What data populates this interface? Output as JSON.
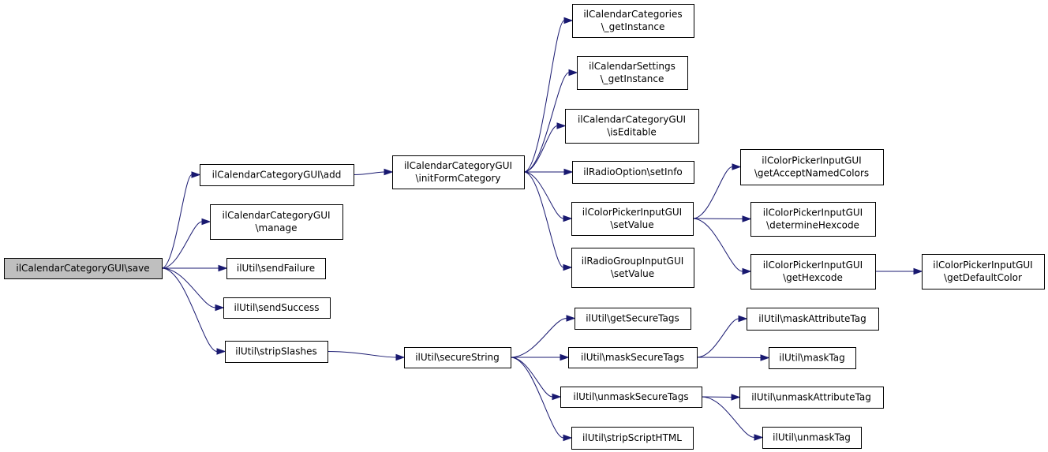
{
  "nodes": [
    {
      "id": "save",
      "lines": [
        "ilCalendarCategoryGUI\\save"
      ],
      "root": true
    },
    {
      "id": "add",
      "lines": [
        "ilCalendarCategoryGUI\\add"
      ]
    },
    {
      "id": "manage",
      "lines": [
        "ilCalendarCategoryGUI",
        "\\manage"
      ]
    },
    {
      "id": "sendFailure",
      "lines": [
        "ilUtil\\sendFailure"
      ]
    },
    {
      "id": "sendSuccess",
      "lines": [
        "ilUtil\\sendSuccess"
      ]
    },
    {
      "id": "stripSlashes",
      "lines": [
        "ilUtil\\stripSlashes"
      ]
    },
    {
      "id": "initFormCategory",
      "lines": [
        "ilCalendarCategoryGUI",
        "\\initFormCategory"
      ]
    },
    {
      "id": "secureString",
      "lines": [
        "ilUtil\\secureString"
      ]
    },
    {
      "id": "catGetInstance",
      "lines": [
        "ilCalendarCategories",
        "\\_getInstance"
      ]
    },
    {
      "id": "setGetInstance",
      "lines": [
        "ilCalendarSettings",
        "\\_getInstance"
      ]
    },
    {
      "id": "isEditable",
      "lines": [
        "ilCalendarCategoryGUI",
        "\\isEditable"
      ]
    },
    {
      "id": "radioSetInfo",
      "lines": [
        "ilRadioOption\\setInfo"
      ]
    },
    {
      "id": "colorSetValue",
      "lines": [
        "ilColorPickerInputGUI",
        "\\setValue"
      ]
    },
    {
      "id": "radioGroupSetValue",
      "lines": [
        "ilRadioGroupInputGUI",
        "\\setValue"
      ]
    },
    {
      "id": "getSecureTags",
      "lines": [
        "ilUtil\\getSecureTags"
      ]
    },
    {
      "id": "maskSecureTags",
      "lines": [
        "ilUtil\\maskSecureTags"
      ]
    },
    {
      "id": "unmaskSecureTags",
      "lines": [
        "ilUtil\\unmaskSecureTags"
      ]
    },
    {
      "id": "stripScriptHTML",
      "lines": [
        "ilUtil\\stripScriptHTML"
      ]
    },
    {
      "id": "getAcceptNamedColors",
      "lines": [
        "ilColorPickerInputGUI",
        "\\getAcceptNamedColors"
      ]
    },
    {
      "id": "determineHexcode",
      "lines": [
        "ilColorPickerInputGUI",
        "\\determineHexcode"
      ]
    },
    {
      "id": "getHexcode",
      "lines": [
        "ilColorPickerInputGUI",
        "\\getHexcode"
      ]
    },
    {
      "id": "getDefaultColor",
      "lines": [
        "ilColorPickerInputGUI",
        "\\getDefaultColor"
      ]
    },
    {
      "id": "maskAttributeTag",
      "lines": [
        "ilUtil\\maskAttributeTag"
      ]
    },
    {
      "id": "maskTag",
      "lines": [
        "ilUtil\\maskTag"
      ]
    },
    {
      "id": "unmaskAttributeTag",
      "lines": [
        "ilUtil\\unmaskAttributeTag"
      ]
    },
    {
      "id": "unmaskTag",
      "lines": [
        "ilUtil\\unmaskTag"
      ]
    }
  ],
  "edges": [
    [
      "save",
      "add"
    ],
    [
      "save",
      "manage"
    ],
    [
      "save",
      "sendFailure"
    ],
    [
      "save",
      "sendSuccess"
    ],
    [
      "save",
      "stripSlashes"
    ],
    [
      "add",
      "initFormCategory"
    ],
    [
      "initFormCategory",
      "catGetInstance"
    ],
    [
      "initFormCategory",
      "setGetInstance"
    ],
    [
      "initFormCategory",
      "isEditable"
    ],
    [
      "initFormCategory",
      "radioSetInfo"
    ],
    [
      "initFormCategory",
      "colorSetValue"
    ],
    [
      "initFormCategory",
      "radioGroupSetValue"
    ],
    [
      "colorSetValue",
      "getAcceptNamedColors"
    ],
    [
      "colorSetValue",
      "determineHexcode"
    ],
    [
      "colorSetValue",
      "getHexcode"
    ],
    [
      "getHexcode",
      "getDefaultColor"
    ],
    [
      "stripSlashes",
      "secureString"
    ],
    [
      "secureString",
      "getSecureTags"
    ],
    [
      "secureString",
      "maskSecureTags"
    ],
    [
      "secureString",
      "unmaskSecureTags"
    ],
    [
      "secureString",
      "stripScriptHTML"
    ],
    [
      "maskSecureTags",
      "maskAttributeTag"
    ],
    [
      "maskSecureTags",
      "maskTag"
    ],
    [
      "unmaskSecureTags",
      "unmaskAttributeTag"
    ],
    [
      "unmaskSecureTags",
      "unmaskTag"
    ]
  ],
  "colors": {
    "edge": "#191970",
    "node_border": "#000000",
    "root_fill": "#bfbfbf",
    "node_fill": "#ffffff"
  }
}
